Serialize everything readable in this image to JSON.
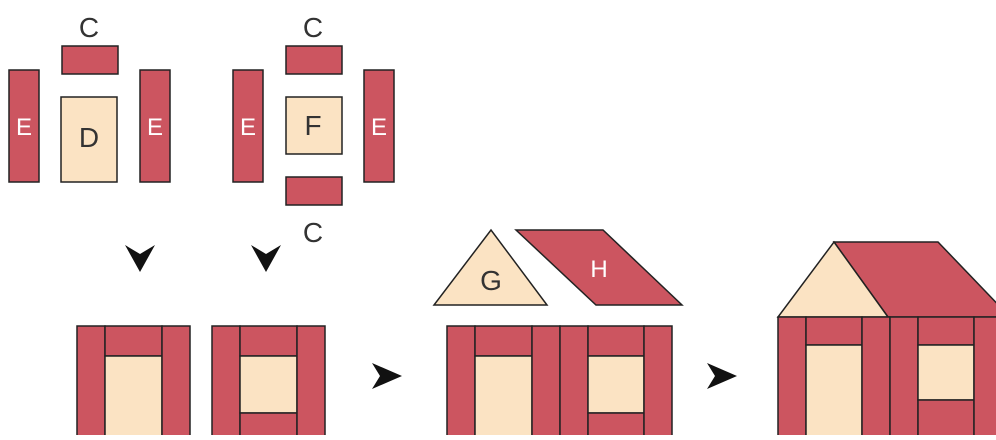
{
  "diagram": {
    "labels": {
      "c": "C",
      "d": "D",
      "e": "E",
      "f": "F",
      "g": "G",
      "h": "H"
    },
    "colors": {
      "red": "#cc5560",
      "cream": "#fbe3c3",
      "outline": "#222222",
      "arrow": "#111111"
    }
  }
}
